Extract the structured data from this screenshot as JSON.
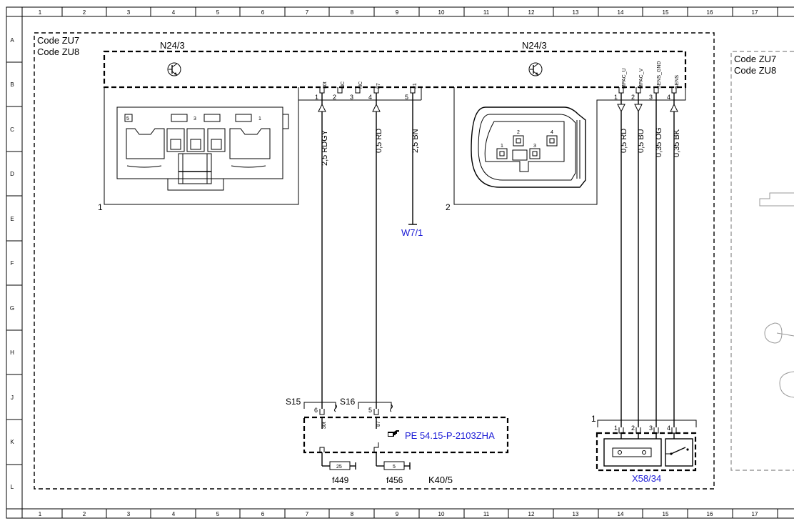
{
  "grid": {
    "columns": [
      "1",
      "2",
      "3",
      "4",
      "5",
      "6",
      "7",
      "8",
      "9",
      "10",
      "11",
      "12",
      "13",
      "14",
      "15",
      "16",
      "17"
    ],
    "rows": [
      "A",
      "B",
      "C",
      "D",
      "E",
      "F",
      "G",
      "H",
      "J",
      "K",
      "L"
    ]
  },
  "codes": {
    "main_line1": "Code ZU7",
    "main_line2": "Code ZU8",
    "right_line1": "Code ZU7",
    "right_line2": "Code ZU8"
  },
  "components": {
    "n24_left": "N24/3",
    "n24_right": "N24/3",
    "connector1_label": "1",
    "connector2_label": "2",
    "connector1_face": [
      "5",
      "3",
      "1"
    ],
    "connector2_face": [
      "1",
      "2",
      "3",
      "4"
    ],
    "relay_ref": "K40/5",
    "fuse1_label": "f449",
    "fuse1_value": "25",
    "fuse2_label": "f456",
    "fuse2_value": "5",
    "ground_label": "W7/1",
    "pe_reference": "PE 54.15-P-2103ZHA",
    "x58_label": "X58/34",
    "x58_group_label": "1",
    "s15": "S15",
    "s16": "S16"
  },
  "pins_left": [
    {
      "num": "1",
      "name": "30t"
    },
    {
      "num": "2",
      "name": "NC"
    },
    {
      "num": "3",
      "name": "NC"
    },
    {
      "num": "4",
      "name": "87"
    },
    {
      "num": "5",
      "name": "31"
    }
  ],
  "pins_right": [
    {
      "num": "1",
      "name": "MPAC_U"
    },
    {
      "num": "2",
      "name": "MPAC_V"
    },
    {
      "num": "3",
      "name": "SENS_GND"
    },
    {
      "num": "4",
      "name": "SENS"
    }
  ],
  "wires": {
    "w1": "2,5 RDGY",
    "w2": "0,5 RD",
    "w3": "2,5 BN",
    "w4": "0,5 RD",
    "w5": "0,5 BU",
    "w6": "0,35 OG",
    "w7": "0,35 BK"
  },
  "relay_pins": [
    {
      "num": "6",
      "name": "30t"
    },
    {
      "num": "5",
      "name": "87"
    }
  ],
  "x58_pins": [
    "1",
    "2",
    "3",
    "4"
  ]
}
